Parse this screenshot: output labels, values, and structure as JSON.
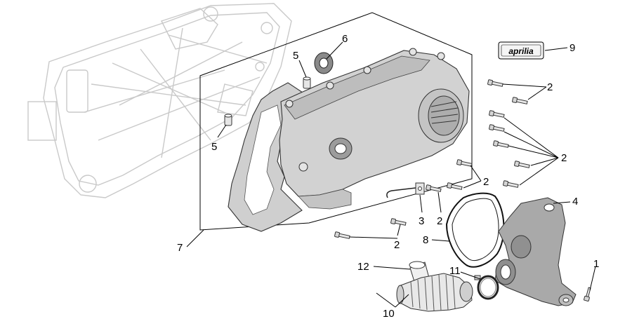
{
  "labels": {
    "l1": "1",
    "l2a": "2",
    "l2b": "2",
    "l2c": "2",
    "l2d": "2",
    "l2e": "2",
    "l3": "3",
    "l4": "4",
    "l5a": "5",
    "l5b": "5",
    "l6": "6",
    "l7": "7",
    "l8": "8",
    "l9": "9",
    "l10": "10",
    "l11": "11",
    "l12": "12"
  },
  "logo_text": "aprilia",
  "colors": {
    "cover_fill": "#d2d2d2",
    "guide_fill": "#a9a9a9",
    "ghost_stroke": "#c9c9c9"
  }
}
